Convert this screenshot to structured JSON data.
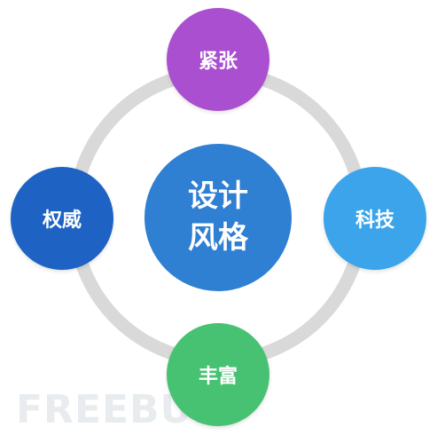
{
  "diagram": {
    "center": {
      "line1": "设计",
      "line2": "风格"
    },
    "nodes": {
      "top": "紧张",
      "left": "权威",
      "right": "科技",
      "bottom": "丰富"
    },
    "watermark": "FREEBUF"
  },
  "colors": {
    "ring": "#d9d9d9",
    "top": "#a94fd0",
    "left": "#1e63c4",
    "right": "#3ba4ea",
    "bottom": "#47c172",
    "center": "#2f7fd3"
  }
}
